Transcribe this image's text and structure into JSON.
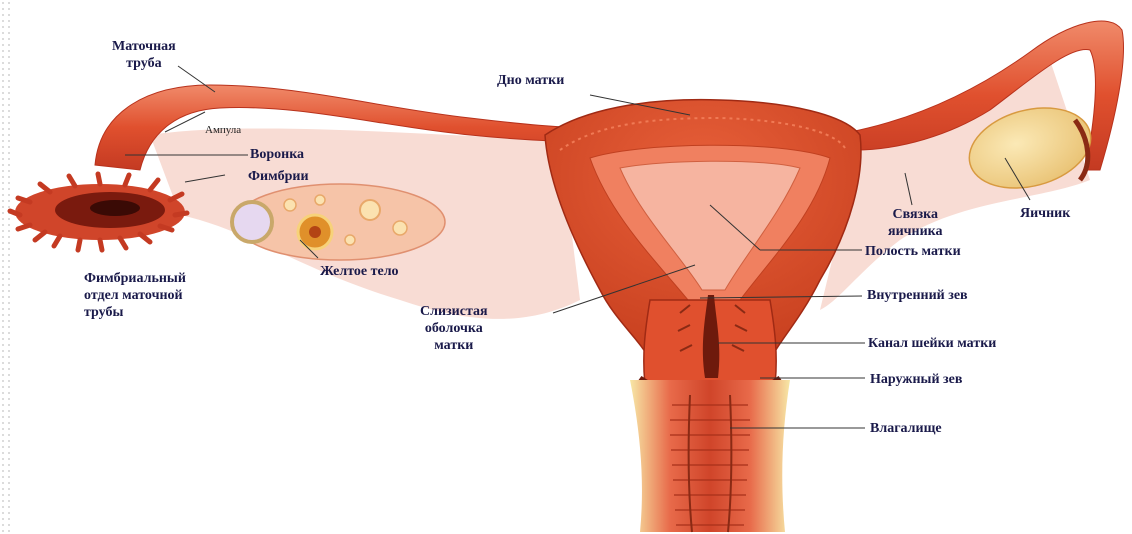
{
  "labels": {
    "fallopian_tube": "Маточная\nтруба",
    "ampulla": "Ампула",
    "infundibulum": "Воронка",
    "fimbriae": "Фимбрии",
    "fimbrial_part": "Фимбриальный\nотдел маточной\nтрубы",
    "corpus_luteum": "Желтое тело",
    "fundus": "Дно матки",
    "ovarian_ligament": "Связка\nяичника",
    "ovary": "Яичник",
    "uterine_cavity": "Полость матки",
    "internal_os": "Внутренний зев",
    "endometrium": "Слизистая\nоболочка\nматки",
    "cervical_canal": "Канал шейки матки",
    "external_os": "Наружный зев",
    "vagina": "Влагалище"
  },
  "colors": {
    "tissue": "#e0502e",
    "tissue_dark": "#b8321c",
    "tissue_light": "#f08a6a",
    "mucosa": "#f4a48a",
    "ligament": "#f7d2c8",
    "ovary": "#f3d58c",
    "label_text": "#1a1a4a",
    "leader_line": "#333333"
  }
}
